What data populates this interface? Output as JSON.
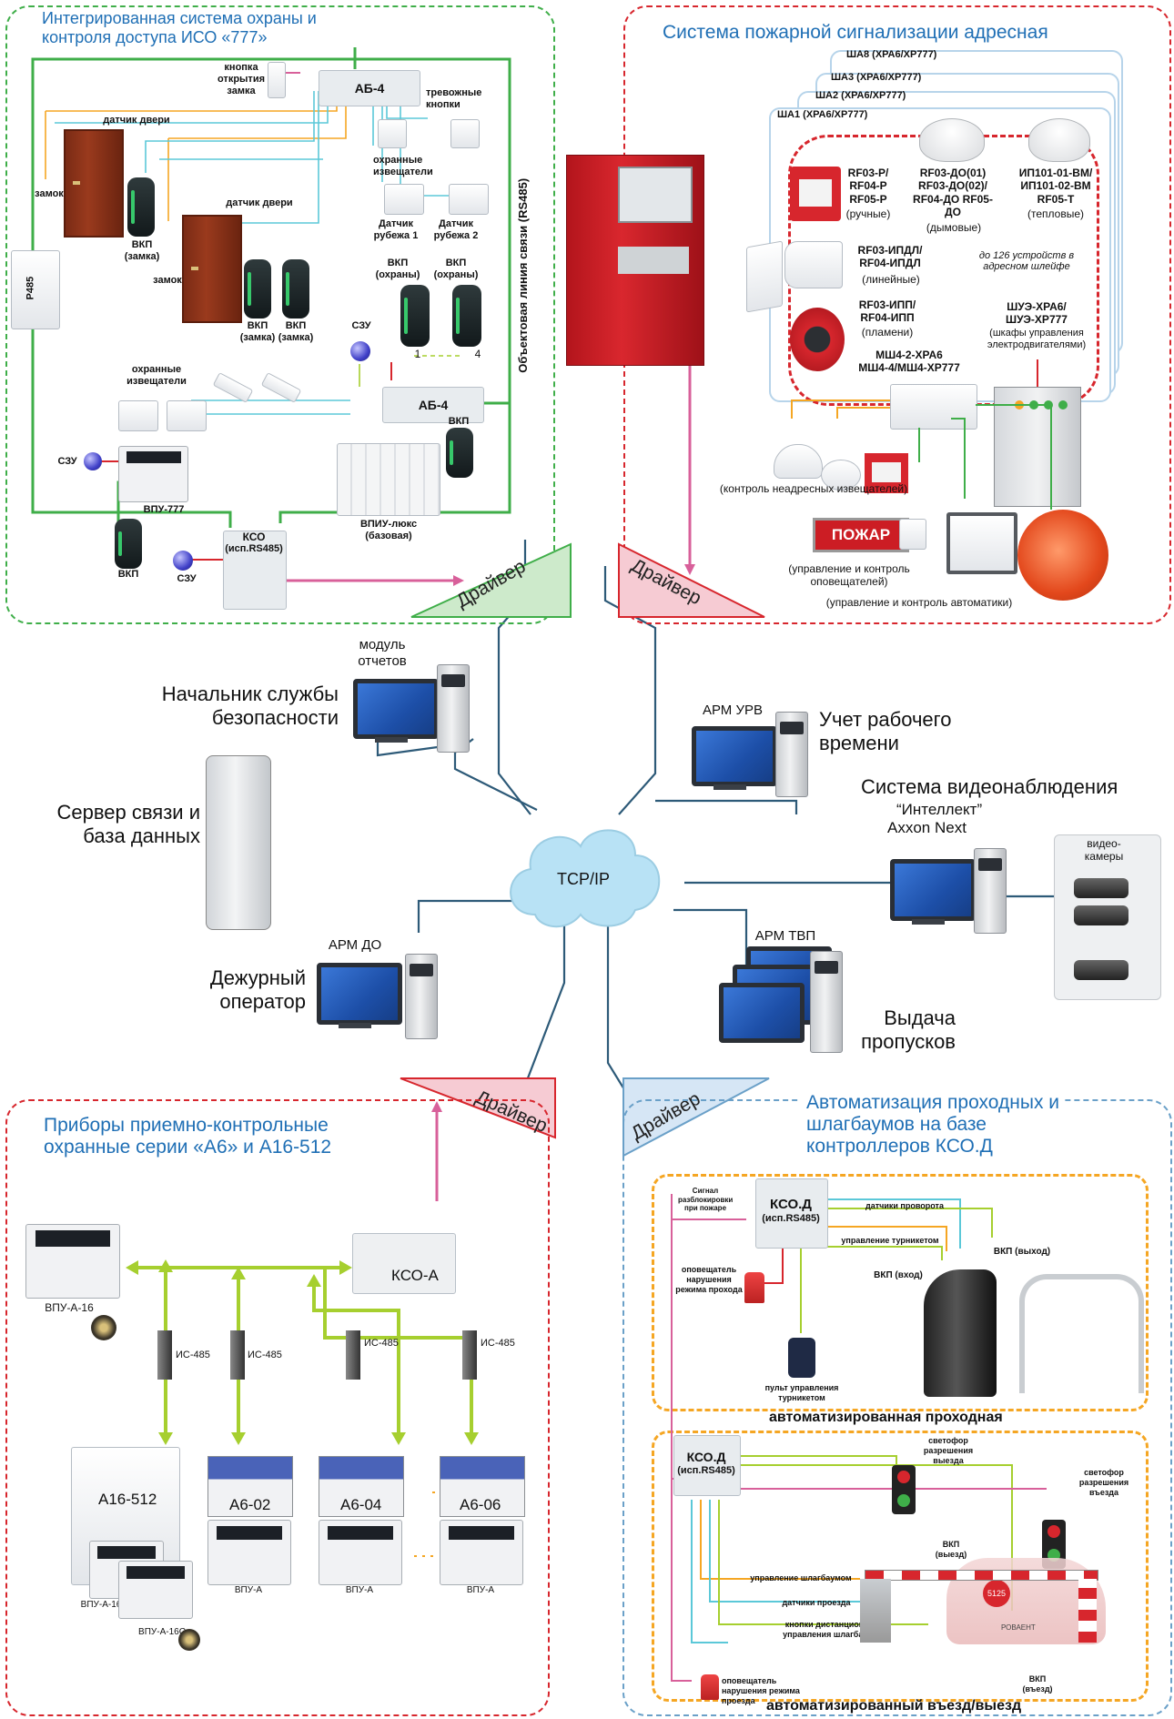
{
  "iso": {
    "title_line1": "Интегрированная система охраны и",
    "title_line2": "контроля доступа ИСО «777»",
    "ab4_top": "АБ-4",
    "ab4_bottom": "АБ-4",
    "button_open_lock": "кнопка открытия замка",
    "alarm_buttons": "тревожные кнопки",
    "door_sensor_1": "датчик двери",
    "door_sensor_2": "датчик двери",
    "lock_1": "замок",
    "lock_2": "замок",
    "vkp_lock_1": "ВКП (замка)",
    "vkp_lock_2": "ВКП (замка)",
    "vkp_lock_3": "ВКП (замка)",
    "guard_sensors_1": "охранные извещатели",
    "guard_sensors_2": "охранные извещатели",
    "boundary_sensor_1": "Датчик рубежа 1",
    "boundary_sensor_2": "Датчик рубежа 2",
    "vkp_guard_1": "ВКП (охраны)",
    "vkp_guard_2": "ВКП (охраны)",
    "num_1": "1",
    "num_4": "4",
    "szu_1": "СЗУ",
    "szu_2": "СЗУ",
    "szu_3": "СЗУ",
    "p485": "Р485",
    "vpu777": "ВПУ-777",
    "vkp_1": "ВКП",
    "vkp_2": "ВКП",
    "kso_line1": "КСО",
    "kso_line2": "(исп.RS485)",
    "vpiu_line1": "ВПИУ-люкс",
    "vpiu_line2": "(базовая)",
    "line_label": "Объектовая линия связи (RS485)"
  },
  "fire": {
    "title": "Система пожарной сигнализации адресная",
    "sha8": "ША8 (ХРА6/ХР777)",
    "sha3": "ША3 (ХРА6/ХР777)",
    "sha2": "ША2 (ХРА6/ХР777)",
    "sha1": "ША1 (ХРА6/ХР777)",
    "manual_models": "RF03-Р/ RF04-Р RF05-Р",
    "manual": "(ручные)",
    "smoke_models": "RF03-ДО(01) RF03-ДО(02)/ RF04-ДО RF05-ДО",
    "smoke": "(дымовые)",
    "heat_models": "ИП101-01-ВМ/ ИП101-02-ВМ RF05-Т",
    "heat": "(тепловые)",
    "linear_models": "RF03-ИПДЛ/ RF04-ИПДЛ",
    "linear": "(линейные)",
    "up_to": "до 126 устройств в адресном шлейфе",
    "flame_models": "RF03-ИПП/ RF04-ИПП",
    "flame": "(пламени)",
    "msh_line1": "МШ4-2-ХРА6",
    "msh_line2": "МШ4-4/МШ4-ХР777",
    "shue_line1": "ШУЭ-ХРА6/",
    "shue_line2": "ШУЭ-ХР777",
    "shue_desc": "(шкафы управления электродвигателями)",
    "non_addr": "(контроль неадресных извещателей)",
    "pozhar": "ПОЖАР",
    "notifiers": "(управление и контроль оповещателей)",
    "automatics": "(управление и контроль автоматики)"
  },
  "center": {
    "reports": "модуль отчетов",
    "chief": "Начальник службы безопасности",
    "server": "Сервер связи и база данных",
    "operator": "Дежурный оператор",
    "arm_do": "АРМ ДО",
    "arm_urv": "АРМ УРВ",
    "time_tracking": "Учет рабочего времени",
    "video_title": "Система видеонаблюдения",
    "intellect": "“Интеллект”",
    "axxon": "Axxon Next",
    "cameras": "видео- камеры",
    "arm_tvp": "АРМ ТВП",
    "passes": "Выдача пропусков",
    "tcpip": "TCP/IP"
  },
  "drivers": {
    "d1": "Драйвер",
    "d2": "Драйвер",
    "d3": "Драйвер",
    "d4": "Драйвер"
  },
  "a6": {
    "title_line1": "Приборы приемно-контрольные",
    "title_line2": "охранные серии «А6» и А16-512",
    "kso_a": "КСО-А",
    "vpu_a16": "ВПУ-А-16",
    "is485_1": "ИС-485",
    "is485_2": "ИС-485",
    "is485_3": "ИС-485",
    "is485_4": "ИС-485",
    "a16_512": "А16-512",
    "a6_02": "А6-02",
    "a6_04": "А6-04",
    "a6_06": "А6-06",
    "vpu_a16_b": "ВПУ-А-16",
    "vpu_a16c": "ВПУ-А-16С",
    "vpu_a_1": "ВПУ-А",
    "vpu_a_2": "ВПУ-А",
    "vpu_a_3": "ВПУ-А"
  },
  "kso_d": {
    "title_line1": "Автоматизация проходных и",
    "title_line2": "шлагбаумов на базе",
    "title_line3": "контроллеров КСО.Д",
    "fire_unlock": "Сигнал разблокировки при пожаре",
    "kso_line1": "КСО.Д",
    "kso_line2": "(исп.RS485)",
    "rotation": "датчики проворота",
    "turnstile_ctrl": "управление турникетом",
    "vkp_out": "ВКП (выход)",
    "vkp_in": "ВКП (вход)",
    "violation": "оповещатель нарушения режима прохода",
    "remote": "пульт управления турникетом",
    "checkpoint": "автоматизированная проходная",
    "kso2_line1": "КСО.Д",
    "kso2_line2": "(исп.RS485)",
    "light_exit": "светофор разрешения выезда",
    "light_entry": "светофор разрешения въезда",
    "vkp_exit": "ВКП (выезд)",
    "barrier_ctrl": "управление шлагбаумом",
    "pass_sensors": "датчики проезда",
    "barrier_buttons": "кнопки дистанционного управления шлагбаумом",
    "violation2": "оповещатель нарушения режима проезда",
    "vkp_entry": "ВКП (въезд)",
    "car_plate": "5125",
    "car_brand": "РОВАЕНТ",
    "gate_title": "автоматизированный въезд/выезд"
  },
  "colors": {
    "green": "#3fae49",
    "red": "#d7262d",
    "blue": "#6aa0c8",
    "orange": "#f5a623",
    "pink": "#d8609a",
    "lime": "#a6cf2f",
    "cyan": "#5bc8d8",
    "navy": "#1f6fb5"
  }
}
